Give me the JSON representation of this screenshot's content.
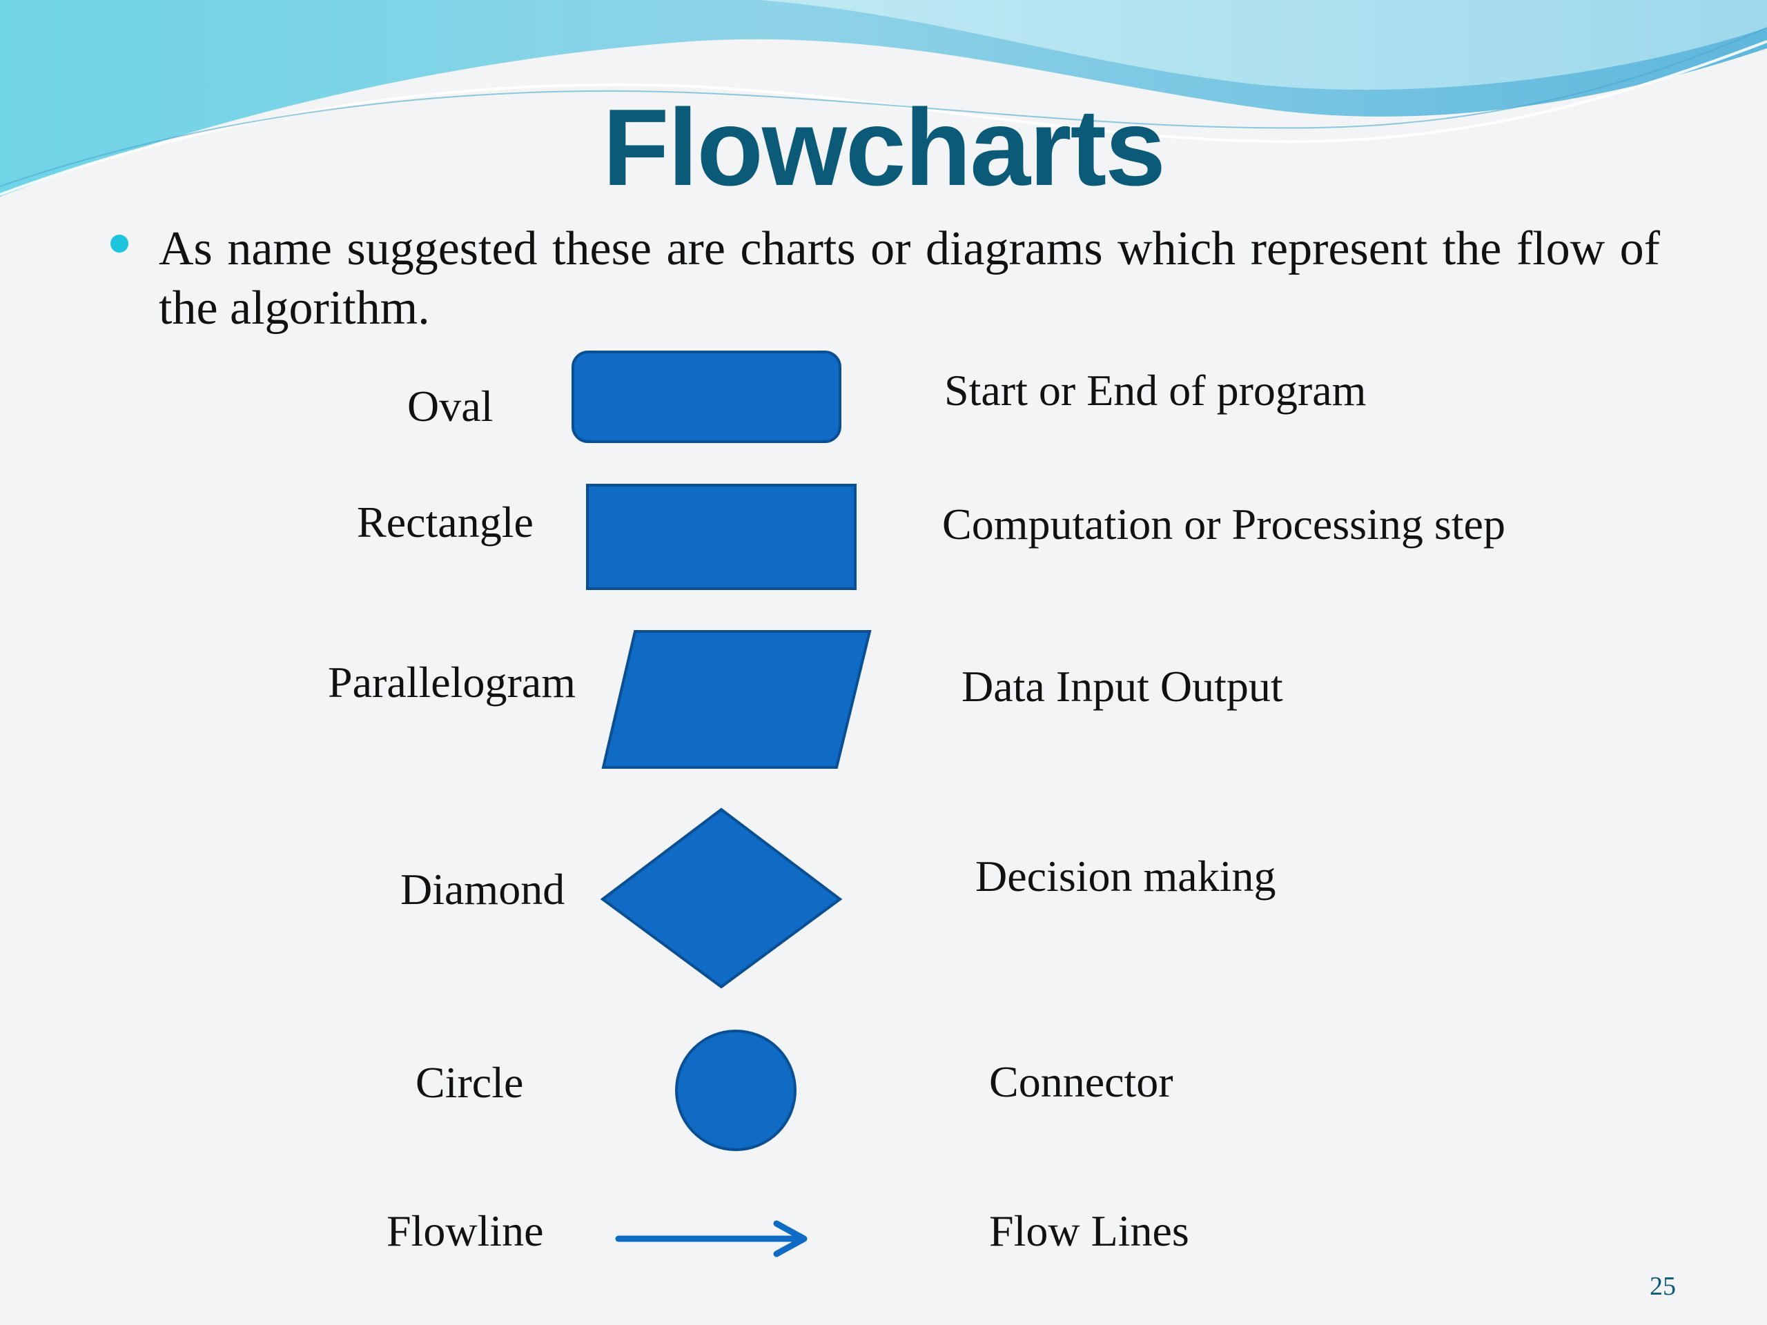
{
  "slide": {
    "title": "Flowcharts",
    "bullet": "As name suggested these are charts or diagrams which represent the flow of the algorithm.",
    "page_number": "25"
  },
  "symbols": [
    {
      "name": "Oval",
      "description": "Start or End of program",
      "shape": "rounded-rectangle"
    },
    {
      "name": "Rectangle",
      "description": "Computation or Processing step",
      "shape": "rectangle"
    },
    {
      "name": "Parallelogram",
      "description": "Data Input Output",
      "shape": "parallelogram"
    },
    {
      "name": "Diamond",
      "description": "Decision making",
      "shape": "diamond"
    },
    {
      "name": "Circle",
      "description": "Connector",
      "shape": "circle"
    },
    {
      "name": "Flowline",
      "description": "Flow Lines",
      "shape": "arrow"
    }
  ],
  "colors": {
    "shape_fill": "#0f6bc4",
    "shape_stroke": "#0a4f93",
    "title": "#0b5a78",
    "bullet": "#1ec3de",
    "background": "#f2f4f5"
  }
}
